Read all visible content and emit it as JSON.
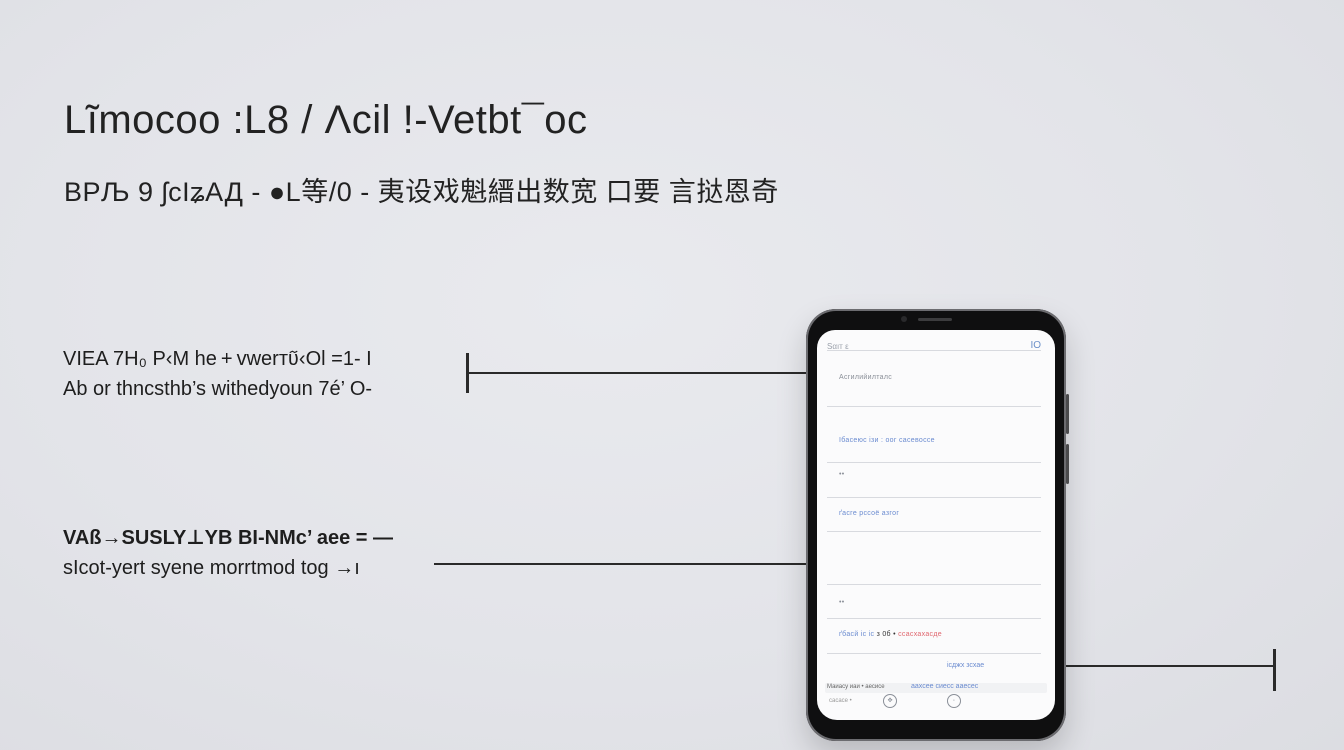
{
  "header": {
    "title": "Lĩmocoo :L8 / Λcil !-Vetbt¯oc",
    "subtitle": "ВРЉ 9 ʃсІʑАД - ●L等/0 - 夷设戏魁縉出数宽 口要 言挞恩奇"
  },
  "callouts": [
    {
      "line1": "VIEA 7H₀ P‹M he + vwerᴛʋ᷉‹Ol  =1-  I",
      "line2": "Ab or thncsthb’s withedyoun 7é’ O-"
    },
    {
      "line1": "VAß→SUSLY⊥YB  BI-NMc’ aee  =  —",
      "line2": "sIcot-yert syene morrtmod tog →ı"
    }
  ],
  "phone": {
    "status_left": "Ѕαıт ε",
    "status_right": "IO",
    "rows": [
      {
        "text": "Асгилийилталс",
        "color": "grey"
      },
      {
        "text": "Ібасеюс ізи :  оог сасевоссе",
        "color": "blue"
      },
      {
        "text": "ґасге рссоё азгог",
        "color": "blue"
      },
      {
        "text": "",
        "color": "grey"
      },
      {
        "text": "••",
        "color": "grey"
      }
    ],
    "alert_row": {
      "part_blue": "ґбасй іс  іс",
      "part_dark": "з 0б •",
      "part_red": "ссасхахасде"
    },
    "link_row": "ісджх зсхае",
    "bottom_left": "Маиасу иаи • аесисе",
    "bottom_mid": "аахсее сиесс ааесес",
    "bottom_sub": "сасасе •"
  }
}
